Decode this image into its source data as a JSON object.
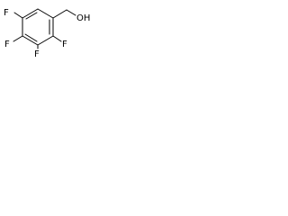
{
  "molecule": {
    "substituents": {
      "f_top_left": "F",
      "f_left": "F",
      "f_bottom_left": "F",
      "f_bottom_right": "F",
      "hydroxyl": "OH"
    },
    "colors": {
      "line": "#000000",
      "text": "#000000",
      "background": "#ffffff"
    }
  }
}
